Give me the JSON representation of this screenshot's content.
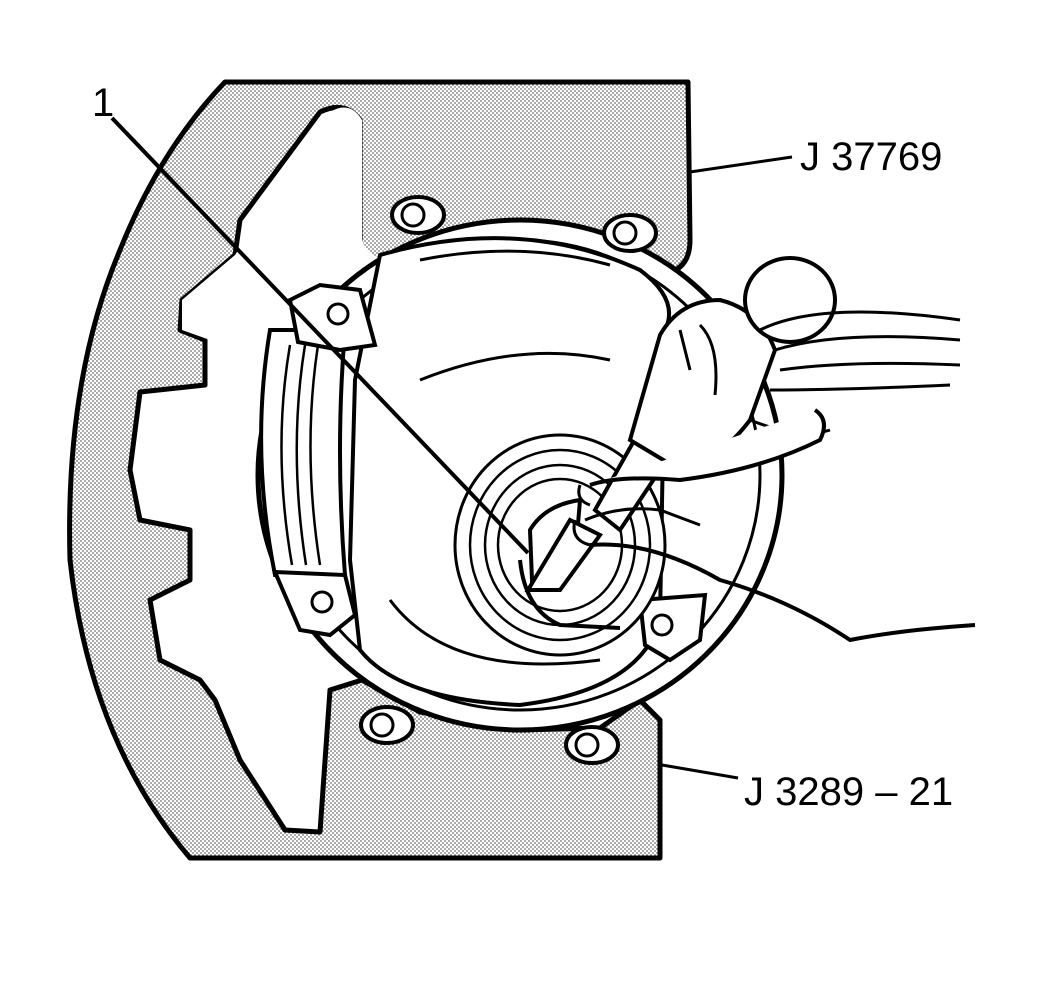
{
  "callouts": {
    "part_number": "1",
    "tool_upper": "J 37769",
    "tool_lower": "J 3289 – 21"
  },
  "colors": {
    "ink": "#000000",
    "paper": "#ffffff",
    "stipple": "#8a8a8a"
  }
}
